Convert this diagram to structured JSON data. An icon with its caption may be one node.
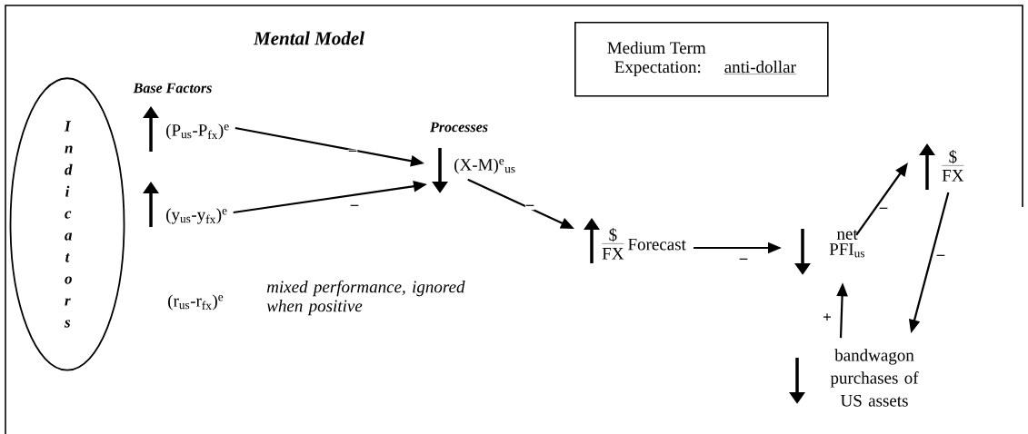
{
  "diagram": {
    "title": "Mental Model",
    "nodes": [
      {
        "text": [
          "Indicators"
        ]
      },
      {
        "text": [
          "(P$_{us}$-P$_{fx}$)$^{e}$"
        ]
      },
      {
        "text": [
          "(y$_{us}$-y$_{fx}$)$^{e}$"
        ]
      },
      {
        "text": [
          "(X-M)$^{e}$$_{us}$"
        ]
      },
      {
        "text": [
          "$",
          "FX",
          "Forecast"
        ]
      },
      {
        "text": [
          "net",
          "PFI$_{us}$"
        ]
      },
      {
        "text": [
          "$",
          "FX"
        ]
      },
      {
        "text": [
          "bandwagon purchases of US assets"
        ]
      },
      {
        "text": [
          "Medium Term",
          "Expectation:",
          "anti-dollar"
        ]
      }
    ],
    "edges": [
      {
        "from": 1,
        "to": 3,
        "arrow": "to",
        "label": "–"
      },
      {
        "from": 2,
        "to": 3,
        "arrow": "to",
        "label": "–"
      },
      {
        "from": 3,
        "to": 4,
        "arrow": "to",
        "label": "–"
      },
      {
        "from": 4,
        "to": 5,
        "arrow": "to",
        "label": "–"
      },
      {
        "from": 5,
        "to": 6,
        "arrow": "to",
        "label": "–"
      },
      {
        "from": 6,
        "to": 7,
        "arrow": "to",
        "label": "–"
      },
      {
        "from": 7,
        "to": 5,
        "arrow": "to",
        "label": "+"
      }
    ],
    "labels": [
      "Base Factors",
      "Processes",
      "(r$_{us}$-r$_{fx}$)$^{e}$",
      "mixed performance, ignored when positive"
    ]
  }
}
